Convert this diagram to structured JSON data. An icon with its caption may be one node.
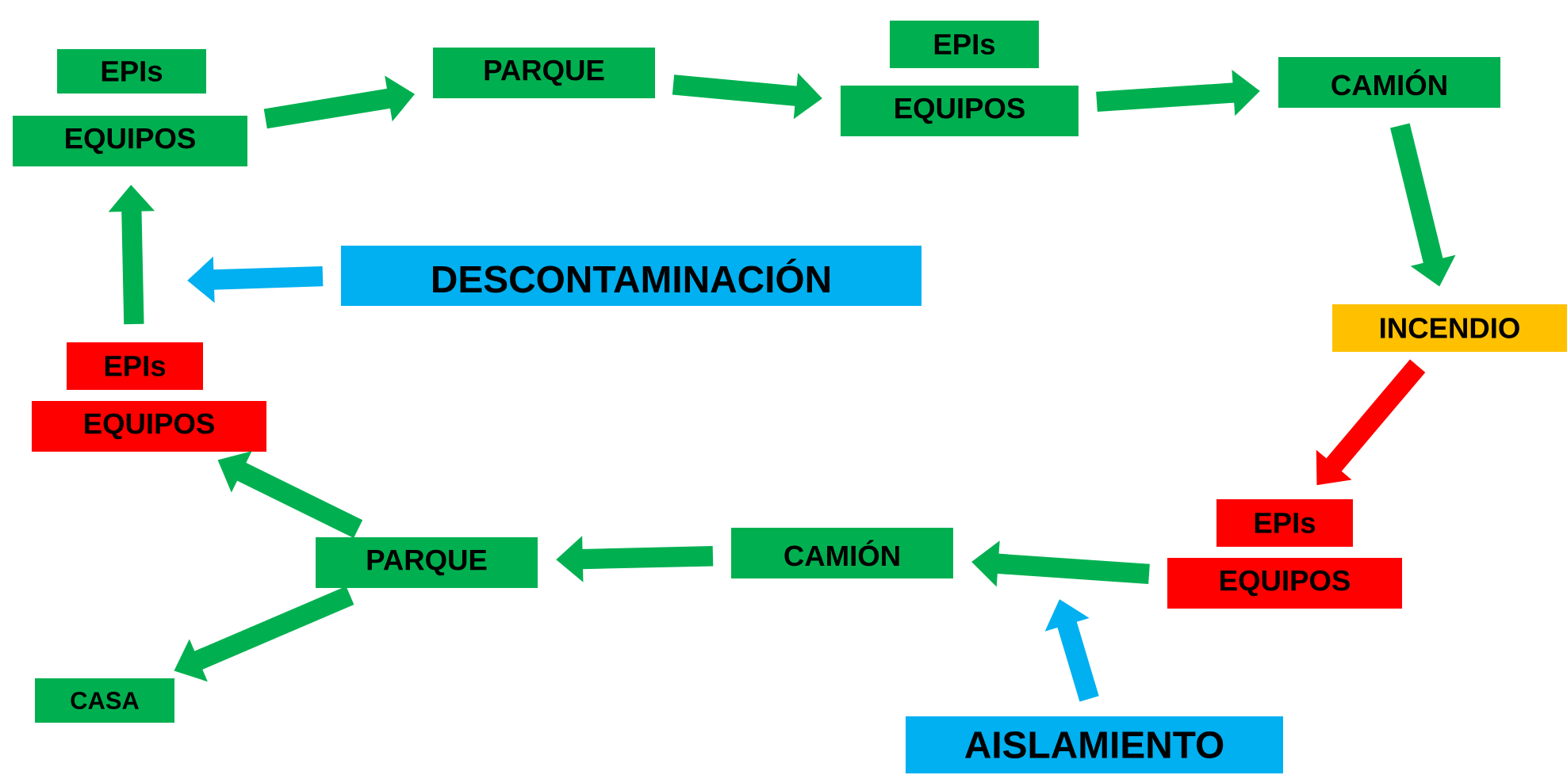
{
  "diagram": {
    "nodes": [
      {
        "text": [
          "EPIs"
        ]
      },
      {
        "text": [
          "EQUIPOS"
        ]
      },
      {
        "text": [
          "PARQUE"
        ]
      },
      {
        "text": [
          "EPIs"
        ]
      },
      {
        "text": [
          "EQUIPOS"
        ]
      },
      {
        "text": [
          "CAMIÓN"
        ]
      },
      {
        "text": [
          "INCENDIO"
        ]
      },
      {
        "text": [
          "DESCONTAMINACIÓN"
        ]
      },
      {
        "text": [
          "EPIs"
        ]
      },
      {
        "text": [
          "EQUIPOS"
        ]
      },
      {
        "text": [
          "EPIs"
        ]
      },
      {
        "text": [
          "EQUIPOS"
        ]
      },
      {
        "text": [
          "PARQUE"
        ]
      },
      {
        "text": [
          "CAMIÓN"
        ]
      },
      {
        "text": [
          "CASA"
        ]
      },
      {
        "text": [
          "AISLAMIENTO"
        ]
      }
    ],
    "edges": [
      {
        "from": 1,
        "to": 2,
        "arrow": "to"
      },
      {
        "from": 2,
        "to": 4,
        "arrow": "to"
      },
      {
        "from": 4,
        "to": 5,
        "arrow": "to"
      },
      {
        "from": 5,
        "to": 6,
        "arrow": "to"
      },
      {
        "from": 6,
        "to": 10,
        "arrow": "to",
        "color": "#ff0000"
      },
      {
        "from": 11,
        "to": 13,
        "arrow": "to"
      },
      {
        "from": 13,
        "to": 12,
        "arrow": "to"
      },
      {
        "from": 12,
        "to": 9,
        "arrow": "to"
      },
      {
        "from": 12,
        "to": 14,
        "arrow": "to"
      },
      {
        "from": 8,
        "to": 1,
        "arrow": "to"
      },
      {
        "from": 7,
        "to": null,
        "arrow": "to",
        "color": "#00b0f0"
      },
      {
        "from": 15,
        "to": null,
        "arrow": "to",
        "color": "#00b0f0"
      }
    ]
  }
}
